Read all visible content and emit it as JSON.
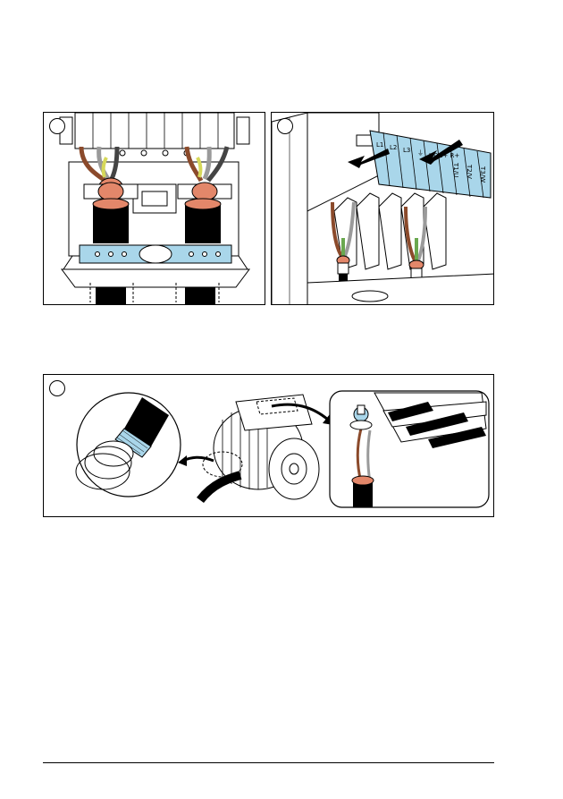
{
  "colors": {
    "accent_blue": "#a9d6ea",
    "brown_conductor": "#8b4a2b",
    "pe_yellow": "#d6d85a",
    "pe_green": "#6aa84f",
    "copper": "#e3876a",
    "grey_conductor": "#9a9a9a",
    "black_jacket": "#000000"
  },
  "panel_b": {
    "terminal_labels": [
      "L1",
      "L2",
      "L3",
      "⏚",
      "UDC+ R+",
      "T1/U",
      "T2/V",
      "T3/W"
    ]
  }
}
